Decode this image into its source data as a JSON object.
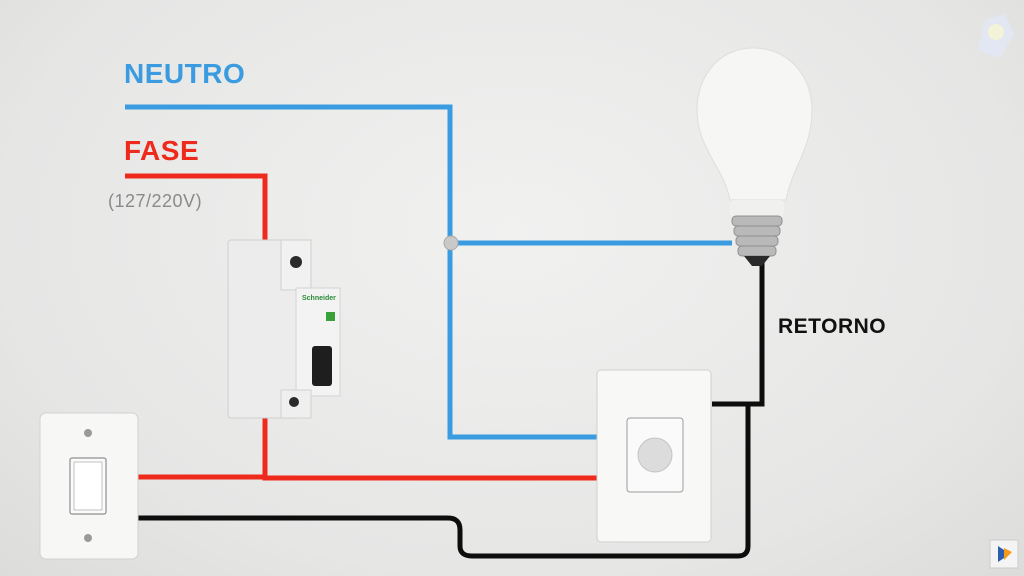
{
  "labels": {
    "neutral": "NEUTRO",
    "phase": "FASE",
    "voltage": "(127/220V)",
    "return": "RETORNO"
  },
  "breaker": {
    "brand": "Schneider"
  },
  "colors": {
    "neutral_wire": "#3a9be0",
    "phase_wire": "#ee2a1c",
    "return_wire": "#0d0d0d"
  },
  "components": [
    "light-switch",
    "circuit-breaker",
    "presence-sensor",
    "light-bulb"
  ]
}
